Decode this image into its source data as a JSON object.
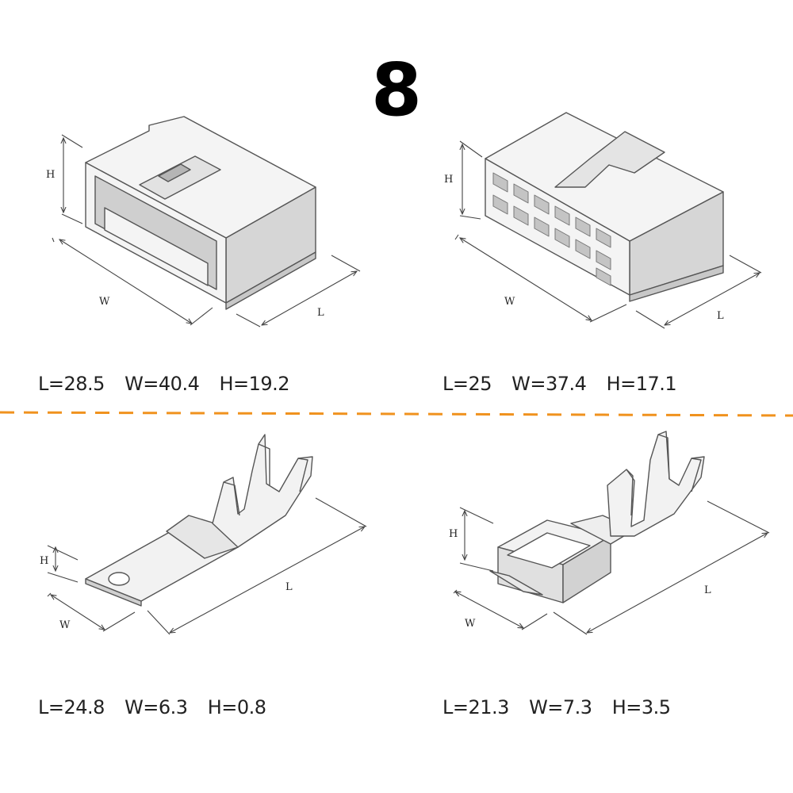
{
  "page_number": "8",
  "colors": {
    "divider": "#f0921e",
    "outline": "#555555",
    "body_fill": "#f4f4f4",
    "shade_fill": "#d6d6d6"
  },
  "parts": [
    {
      "name": "housing-male",
      "labels": {
        "h": "H",
        "w": "W",
        "l": "L"
      },
      "specs": {
        "l": "L=28.5",
        "w": "W=40.4",
        "h": "H=19.2"
      }
    },
    {
      "name": "housing-female",
      "labels": {
        "h": "H",
        "w": "W",
        "l": "L"
      },
      "specs": {
        "l": "L=25",
        "w": "W=37.4",
        "h": "H=17.1"
      }
    },
    {
      "name": "terminal-male",
      "labels": {
        "h": "H",
        "w": "W",
        "l": "L"
      },
      "specs": {
        "l": "L=24.8",
        "w": "W=6.3",
        "h": "H=0.8"
      }
    },
    {
      "name": "terminal-female",
      "labels": {
        "h": "H",
        "w": "W",
        "l": "L"
      },
      "specs": {
        "l": "L=21.3",
        "w": "W=7.3",
        "h": "H=3.5"
      }
    }
  ]
}
